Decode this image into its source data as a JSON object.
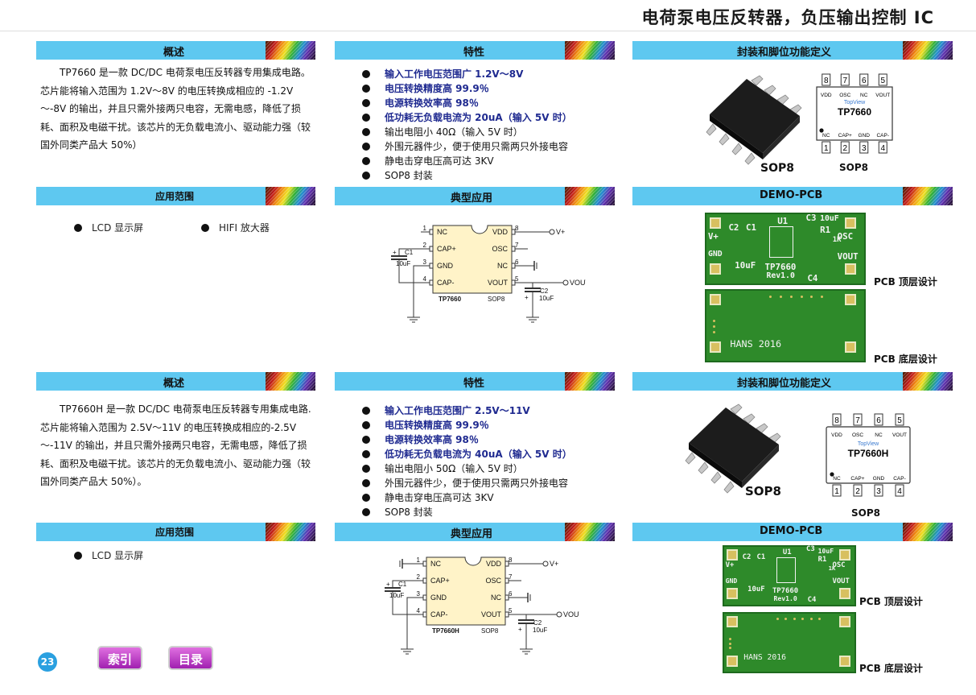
{
  "title": "电荷泵电压反转器，负压输出控制 IC",
  "headers": {
    "overview": "概述",
    "features": "特性",
    "package": "封装和脚位功能定义",
    "application": "应用范围",
    "typical": "典型应用",
    "demo": "DEMO-PCB"
  },
  "sections": [
    {
      "overview": "TP7660 是一款 DC/DC 电荷泵电压反转器专用集成电路。芯片能将输入范围为 1.2V～8V 的电压转换成相应的 -1.2V～-8V 的输出，并且只需外接两只电容，无需电感，降低了损耗、面积及电磁干扰。该芯片的无负载电流小、驱动能力强（较国外同类产品大 50%）",
      "features": [
        "输入工作电压范围广 1.2V～8V",
        "电压转换精度高      99.9％",
        "电源转换效率高      98％",
        "低功耗无负载电流为 20uA（输入 5V 时）",
        "输出电阻小 40Ω（输入 5V 时）",
        "外围元器件少，便于使用只需两只外接电容",
        "静电击穿电压高可达 3KV",
        "SOP8 封装"
      ],
      "applications": [
        "LCD 显示屏",
        "HIFI 放大器"
      ],
      "chip": "TP7660",
      "package": "SOP8",
      "topview": "TopView",
      "pins_top": [
        "VDD",
        "OSC",
        "NC",
        "VOUT"
      ],
      "pins_top_nums": [
        "8",
        "7",
        "6",
        "5"
      ],
      "pins_bot": [
        "NC",
        "CAP+",
        "GND",
        "CAP-"
      ],
      "pins_bot_nums": [
        "1",
        "2",
        "3",
        "4"
      ],
      "schem_left": [
        "NC",
        "CAP+",
        "GND",
        "CAP-"
      ],
      "schem_right": [
        "VDD",
        "OSC",
        "NC",
        "VOUT"
      ],
      "schem_lnums": [
        "1",
        "2",
        "3",
        "4"
      ],
      "schem_rnums": [
        "8",
        "7",
        "6",
        "5"
      ],
      "c1": "C1",
      "c1v": "10uF",
      "c2": "C2",
      "c2v": "10uF",
      "vplus": "V+",
      "vout": "VOUT",
      "pcb_top_label": "PCB  顶层设计",
      "pcb_bot_label": "PCB  底层设计",
      "pcb_text": {
        "c3": "C3",
        "c3v": "10uF",
        "c2": "C2",
        "c1": "C1",
        "u1": "U1",
        "r1": "R1",
        "r1v": "1K",
        "vp": "V+",
        "gnd": "GND",
        "osc": "OSC",
        "vout": "VOUT",
        "c1v": "10uF",
        "name": "TP7660",
        "rev": "Rev1.0",
        "c4": "C4",
        "c2v": "10uF",
        "hans": "HANS 2016"
      }
    },
    {
      "overview": "TP7660H 是一款 DC/DC 电荷泵电压反转器专用集成电路.芯片能将输入范围为 2.5V～11V 的电压转换成相应的-2.5V～-11V 的输出，并且只需外接两只电容，无需电感，降低了损耗、面积及电磁干扰。该芯片的无负载电流小、驱动能力强（较国外同类产品大 50%）。",
      "features": [
        "输入工作电压范围广 2.5V～11V",
        "电压转换精度高 99.9％",
        "电源转换效率高 98％",
        "低功耗无负载电流为 40uA（输入 5V 时）",
        "输出电阻小 50Ω（输入 5V 时）",
        "外围元器件少，便于使用只需两只外接电容",
        "静电击穿电压高可达 3KV",
        "SOP8 封装"
      ],
      "applications": [
        "LCD 显示屏"
      ],
      "chip": "TP7660H",
      "package": "SOP8",
      "topview": "TopView",
      "pins_top": [
        "VDD",
        "OSC",
        "NC",
        "VOUT"
      ],
      "pins_top_nums": [
        "8",
        "7",
        "6",
        "5"
      ],
      "pins_bot": [
        "NC",
        "CAP+",
        "GND",
        "CAP-"
      ],
      "pins_bot_nums": [
        "1",
        "2",
        "3",
        "4"
      ],
      "schem_left": [
        "NC",
        "CAP+",
        "GND",
        "CAP-"
      ],
      "schem_right": [
        "VDD",
        "OSC",
        "NC",
        "VOUT"
      ],
      "schem_lnums": [
        "1",
        "2",
        "3",
        "4"
      ],
      "schem_rnums": [
        "8",
        "7",
        "6",
        "5"
      ],
      "c1": "C1",
      "c1v": "10uF",
      "c2": "C2",
      "c2v": "10uF",
      "vplus": "V+",
      "vout": "VOUT",
      "pcb_top_label": "PCB  顶层设计",
      "pcb_bot_label": "PCB  底层设计",
      "pcb_text": {
        "c3": "C3",
        "c3v": "10uF",
        "c2": "C2",
        "c1": "C1",
        "u1": "U1",
        "r1": "R1",
        "r1v": "1K",
        "vp": "V+",
        "gnd": "GND",
        "osc": "OSC",
        "vout": "VOUT",
        "c1v": "10uF",
        "name": "TP7660",
        "rev": "Rev1.0",
        "c4": "C4",
        "c2v": "10uF",
        "hans": "HANS 2016"
      }
    }
  ],
  "footer": {
    "page": "23",
    "index": "索引",
    "toc": "目录"
  }
}
